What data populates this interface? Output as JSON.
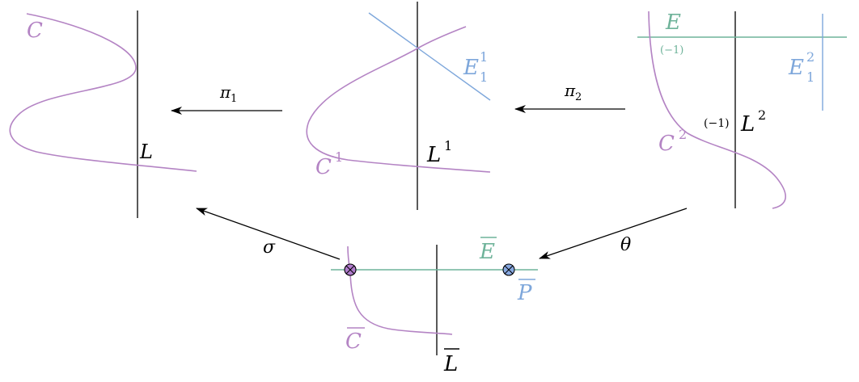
{
  "colors": {
    "curve": "#b484c4",
    "exceptional_line": "#6fb39a",
    "blowup_line": "#7ea7db",
    "line": "#000000",
    "point_fill_purple": "#b07ccc",
    "point_fill_blue": "#87a8e0"
  },
  "diagram": {
    "panel_1": {
      "curve_label": "C",
      "line_label": "L"
    },
    "panel_2": {
      "curve_label": "C",
      "curve_label_sup": "1",
      "line_label": "L",
      "line_label_sup": "1",
      "exceptional_label": "E",
      "exceptional_label_sub": "1",
      "exceptional_label_sup": "1"
    },
    "panel_3": {
      "exceptional_label": "E",
      "exceptional_self_intersection": "(−1)",
      "exceptional2_label": "E",
      "exceptional2_label_sub": "1",
      "exceptional2_label_sup": "2",
      "line_self_intersection": "(−1)",
      "line_label": "L",
      "line_label_sup": "2",
      "curve_label": "C",
      "curve_label_sup": "2"
    },
    "panel_bottom": {
      "curve_label": "C",
      "line_label": "L",
      "exceptional_label": "E",
      "point_label": "P"
    },
    "arrows": {
      "pi1": {
        "symbol": "π",
        "sub": "1"
      },
      "pi2": {
        "symbol": "π",
        "sub": "2"
      },
      "sigma": {
        "symbol": "σ"
      },
      "theta": {
        "symbol": "θ"
      }
    }
  }
}
